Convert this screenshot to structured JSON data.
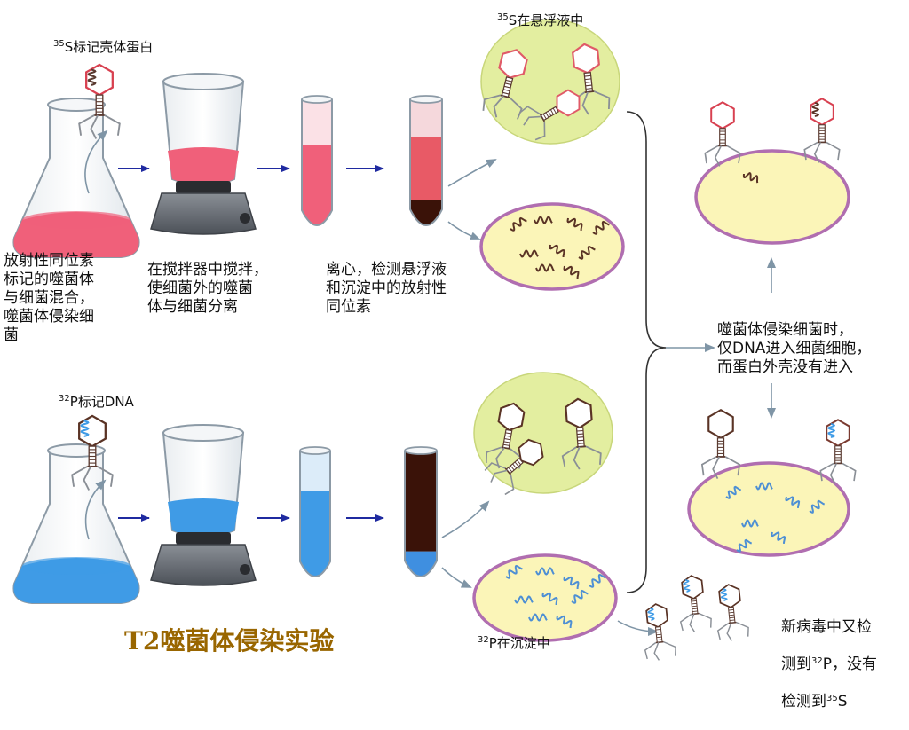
{
  "title": "T2噬菌体侵染实验",
  "colors": {
    "title": "#996600",
    "labeled_medium_s": "#f0607a",
    "labeled_medium_p": "#3f9be6",
    "precipitate": "#3a1208",
    "cell_fill": "#fbf5b8",
    "cell_border": "#b06eb0",
    "solution_circle": "#e3eea0",
    "arrow": "#1f2aa0",
    "flow_arrow": "#7f95a6"
  },
  "labels": {
    "s_capsid": {
      "sup": "35",
      "text": "S标记壳体蛋白"
    },
    "s_supernatant": {
      "sup": "35",
      "text": "S在悬浮液中"
    },
    "p_dna": {
      "sup": "32",
      "text": "P标记DNA"
    },
    "p_precipitate": {
      "sup": "32",
      "text": "P在沉淀中"
    }
  },
  "steps": {
    "mix": "放射性同位素\n标记的噬菌体\n与细菌混合，\n噬菌体侵染细\n菌",
    "blend": "在搅拌器中搅拌，\n使细菌外的噬菌\n体与细菌分离",
    "centrifuge": "离心，检测悬浮液\n和沉淀中的放射性\n同位素"
  },
  "conclusion": "噬菌体侵染细菌时，\n仅DNA进入细菌细胞，\n而蛋白外壳没有进入",
  "new_virus": {
    "line1": "新病毒中又检",
    "line2_pre": "测到",
    "line2_sup": "32",
    "line2_mid": "P，没有",
    "line3_pre": "检测到",
    "line3_sup": "35",
    "line3_post": "S"
  }
}
